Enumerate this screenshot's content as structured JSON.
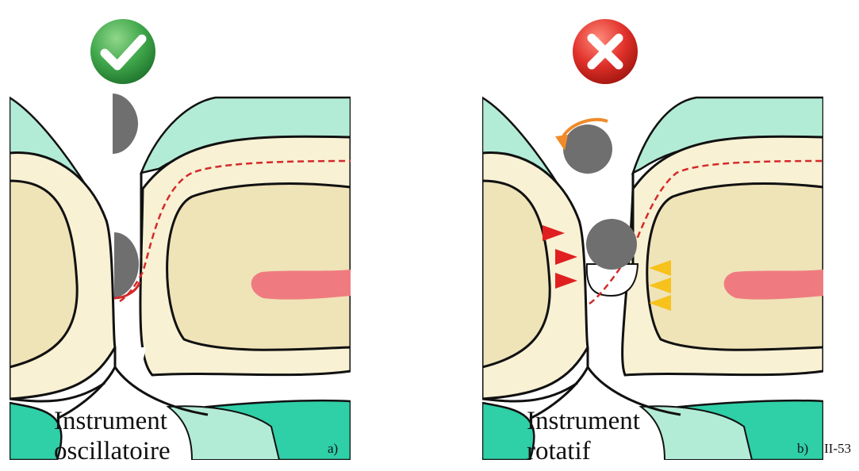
{
  "panels": [
    {
      "letter": "a)",
      "caption_line1": "Instrument",
      "caption_line2": "oscillatoire",
      "verdict": "correct",
      "badge_icon": "checkmark-icon"
    },
    {
      "letter": "b)",
      "caption_line1": "Instrument",
      "caption_line2": "rotatif",
      "verdict": "incorrect",
      "badge_icon": "cross-icon"
    }
  ],
  "figure_ref": "II-53",
  "colors": {
    "gum": "#b3ecd6",
    "enamel": "#f8f1d4",
    "dentin": "#efe3b8",
    "pulp": "#ef7b80",
    "instrument": "#6f6f6f",
    "outline": "#111111",
    "margin_line": "#d42a2a",
    "pressure_left": "#e02020",
    "pressure_right": "#f6c21b",
    "rotation_arrow": "#f08a2a",
    "bone": "#2fcfa8",
    "ok_green": "#3fa64a",
    "error_red": "#e0302a"
  }
}
